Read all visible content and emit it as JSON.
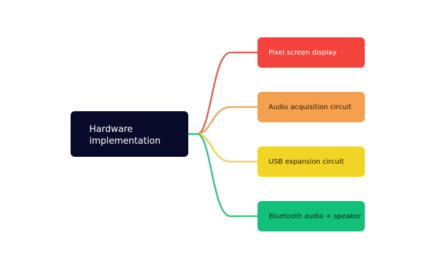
{
  "root": {
    "label_line1": "Hardware",
    "label_line2": "implementation",
    "color": "#070a28"
  },
  "children": [
    {
      "label": "Pixel screen display",
      "color": "#f4433c",
      "line_color": "#d7645c",
      "text_color": "#ffffff"
    },
    {
      "label": "Audio acquisition circuit",
      "color": "#f4a04e",
      "line_color": "#e9a86a",
      "text_color": "#2a1a0a"
    },
    {
      "label": "USB expansion circuit",
      "color": "#f2d424",
      "line_color": "#ecd456",
      "text_color": "#1a1a0a"
    },
    {
      "label": "Bluetooth audio + speaker",
      "color": "#13c07a",
      "line_color": "#3cbf84",
      "text_color": "#0a2a1a"
    }
  ]
}
